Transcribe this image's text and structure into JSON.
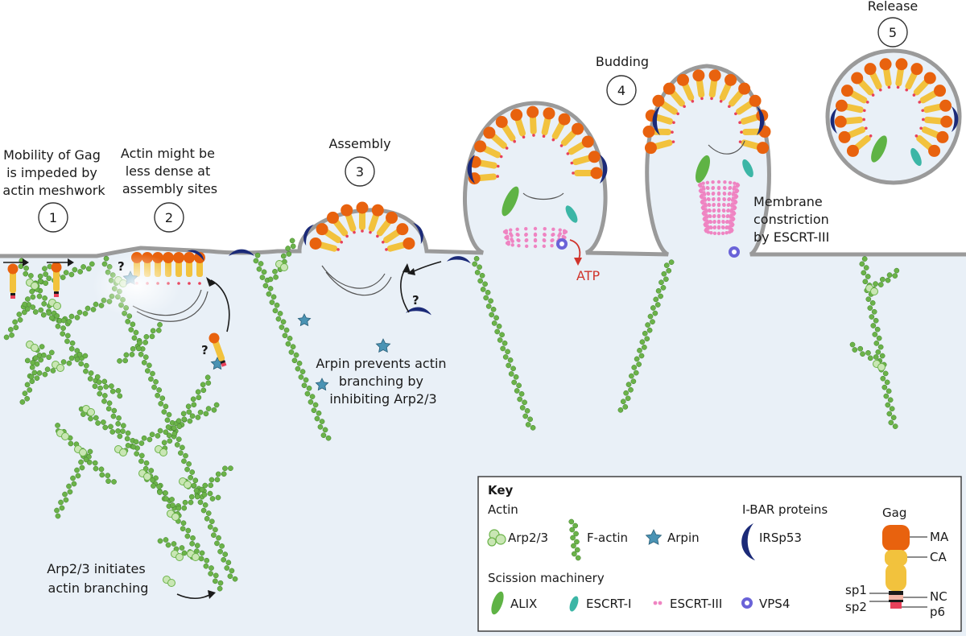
{
  "labels": {
    "step1_line1": "Mobility of Gag",
    "step1_line2": "is impeded by",
    "step1_line3": "actin meshwork",
    "step2_line1": "Actin might be",
    "step2_line2": "less dense at",
    "step2_line3": "assembly sites",
    "step3": "Assembly",
    "step4": "Budding",
    "step5": "Release",
    "membrane_line1": "Membrane",
    "membrane_line2": "constriction",
    "membrane_line3": "by ESCRT-III",
    "atp": "ATP",
    "arpin_line1": "Arpin prevents actin",
    "arpin_line2": "branching by",
    "arpin_line3": "inhibiting Arp2/3",
    "arp23_line1": "Arp2/3 initiates",
    "arp23_line2": "actin branching",
    "question": "?"
  },
  "steps": [
    "1",
    "2",
    "3",
    "4",
    "5"
  ],
  "key": {
    "title": "Key",
    "actin_header": "Actin",
    "arp23": "Arp2/3",
    "factin": "F-actin",
    "arpin": "Arpin",
    "ibar_header": "I-BAR proteins",
    "irsp53": "IRSp53",
    "scission_header": "Scission machinery",
    "alix": "ALIX",
    "escrt1": "ESCRT-I",
    "escrt3": "ESCRT-III",
    "vps4": "VPS4",
    "gag_header": "Gag",
    "ma": "MA",
    "ca": "CA",
    "nc": "NC",
    "p6": "p6",
    "sp1": "sp1",
    "sp2": "sp2"
  },
  "colors": {
    "cytoplasm": "#e9f0f7",
    "membrane": "#9a9a9a",
    "actin": "#6bb349",
    "actin_dark": "#3f7d2a",
    "arp23": "#c9e6b4",
    "ma": "#e8620e",
    "ca": "#f2c23d",
    "nc_band": "#7a4b8a",
    "p6": "#e8415a",
    "irsp53": "#1b2a78",
    "alix": "#5fb345",
    "escrt1": "#3cb6a6",
    "escrt3": "#ef84c2",
    "vps4": "#6a63d8",
    "arpin": "#4a93b4",
    "atp": "#d0342c"
  }
}
